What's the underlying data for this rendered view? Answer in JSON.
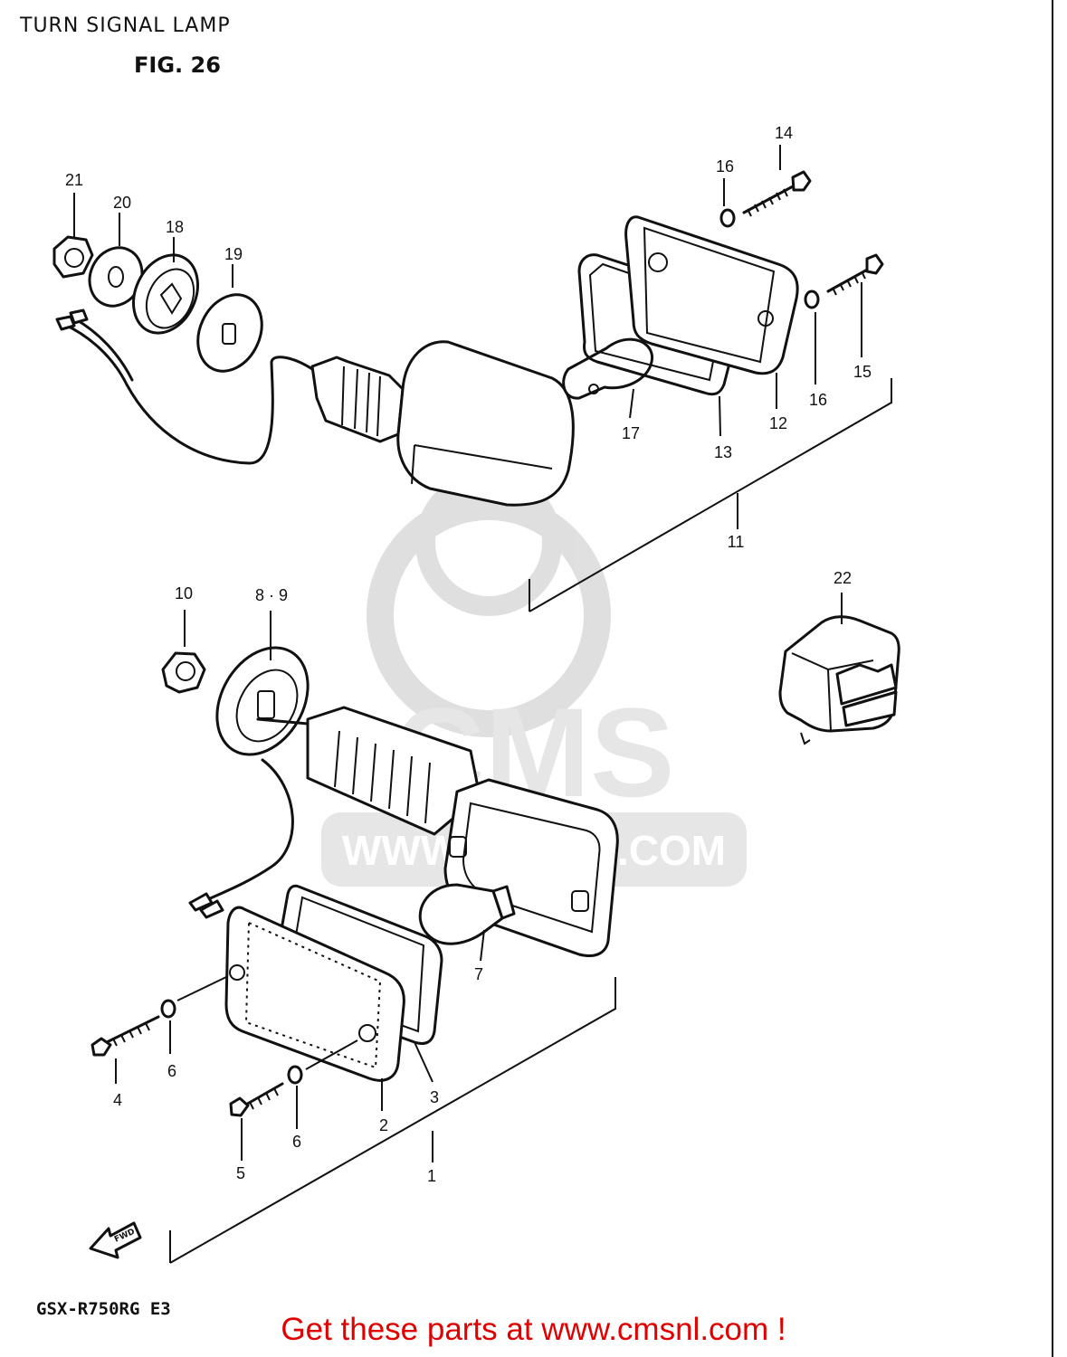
{
  "header": {
    "title": "TURN SIGNAL LAMP",
    "figure": "FIG. 26"
  },
  "footer": {
    "model_code": "GSX-R750RG E3",
    "promo": "Get these parts at www.cmsnl.com !"
  },
  "watermark": {
    "brand": "CMS",
    "url": "WWW.CMSNL.COM"
  },
  "callouts": {
    "c1": "1",
    "c2": "2",
    "c3": "3",
    "c4": "4",
    "c5": "5",
    "c6a": "6",
    "c6b": "6",
    "c7": "7",
    "c89": "8 · 9",
    "c10": "10",
    "c11": "11",
    "c12": "12",
    "c13": "13",
    "c14": "14",
    "c15": "15",
    "c16a": "16",
    "c16b": "16",
    "c17": "17",
    "c18": "18",
    "c19": "19",
    "c20": "20",
    "c21": "21",
    "c22": "22"
  },
  "icons": {
    "fwd_arrow": "fwd-arrow-icon"
  }
}
